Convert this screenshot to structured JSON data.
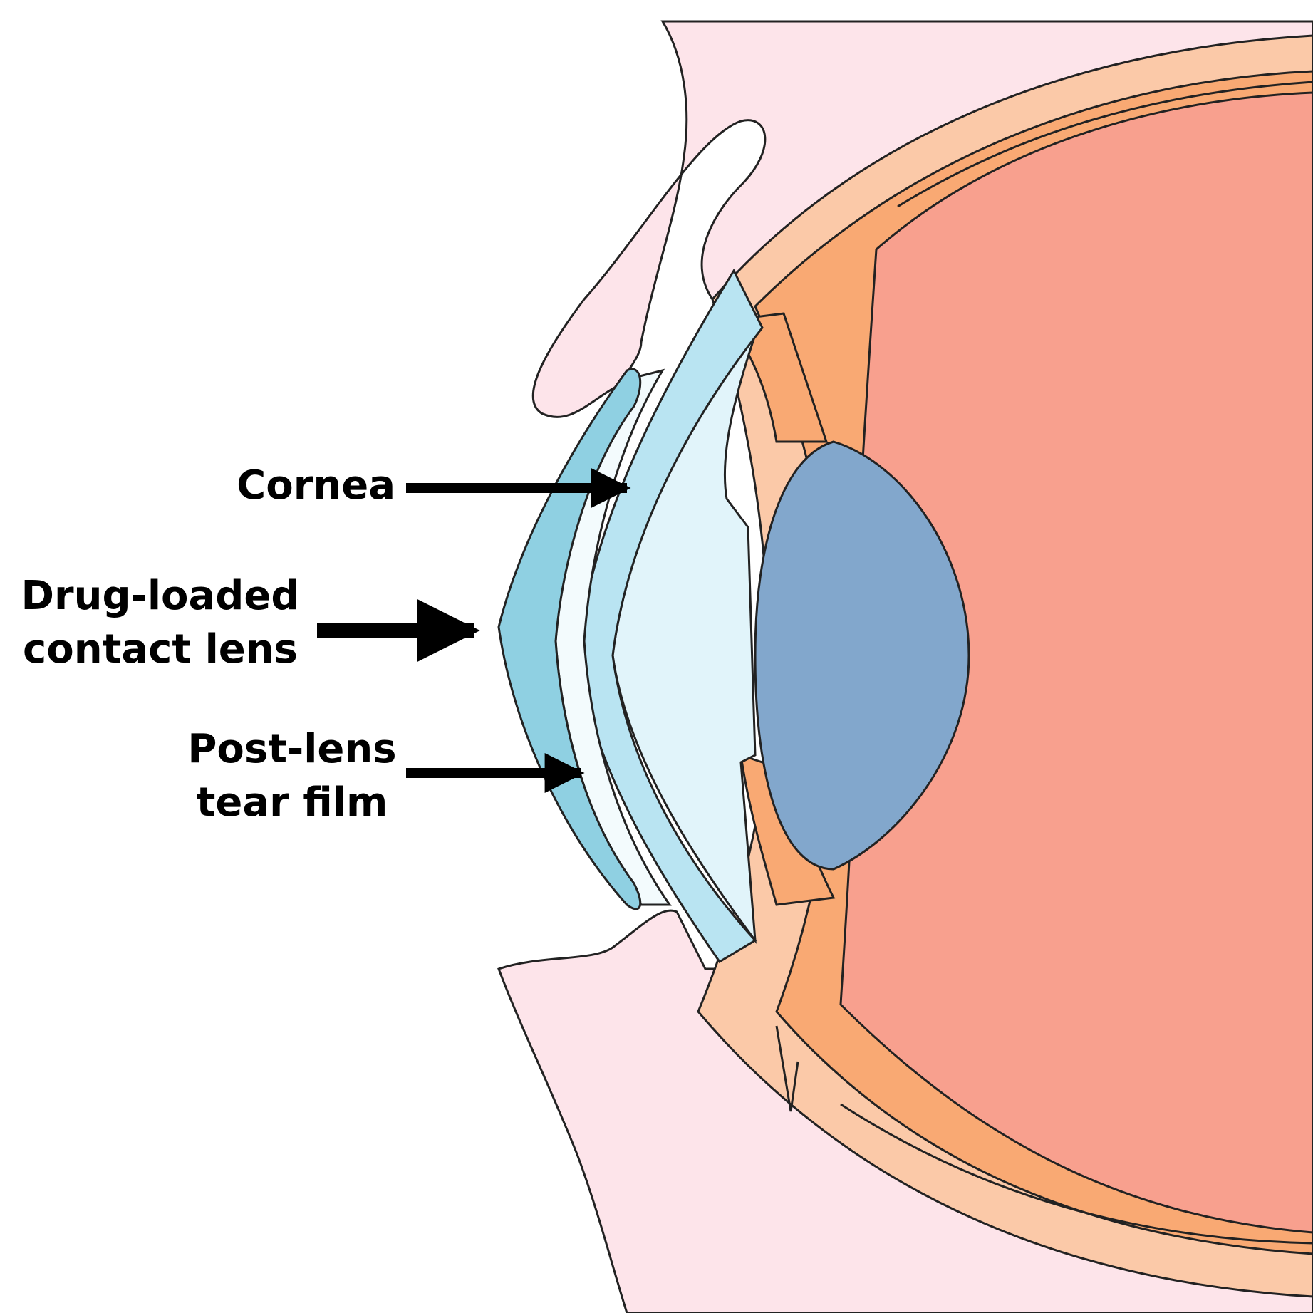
{
  "labels": {
    "cornea": "Cornea",
    "contact_lens_line1": "Drug-loaded",
    "contact_lens_line2": "contact lens",
    "tear_film_line1": "Post-lens",
    "tear_film_line2": "tear film"
  },
  "colors": {
    "eyelid": "#fde4ea",
    "sclera_outer": "#fbc9a8",
    "choroid": "#f9a973",
    "vitreous": "#f8a08e",
    "lens": "#82a7cc",
    "cornea": "#b9e4f2",
    "anterior_chamber": "#e1f4fa",
    "contact_lens": "#8fd0e2",
    "tear_film": "#f3fbfd",
    "outline": "#222222",
    "text": "#000000"
  }
}
